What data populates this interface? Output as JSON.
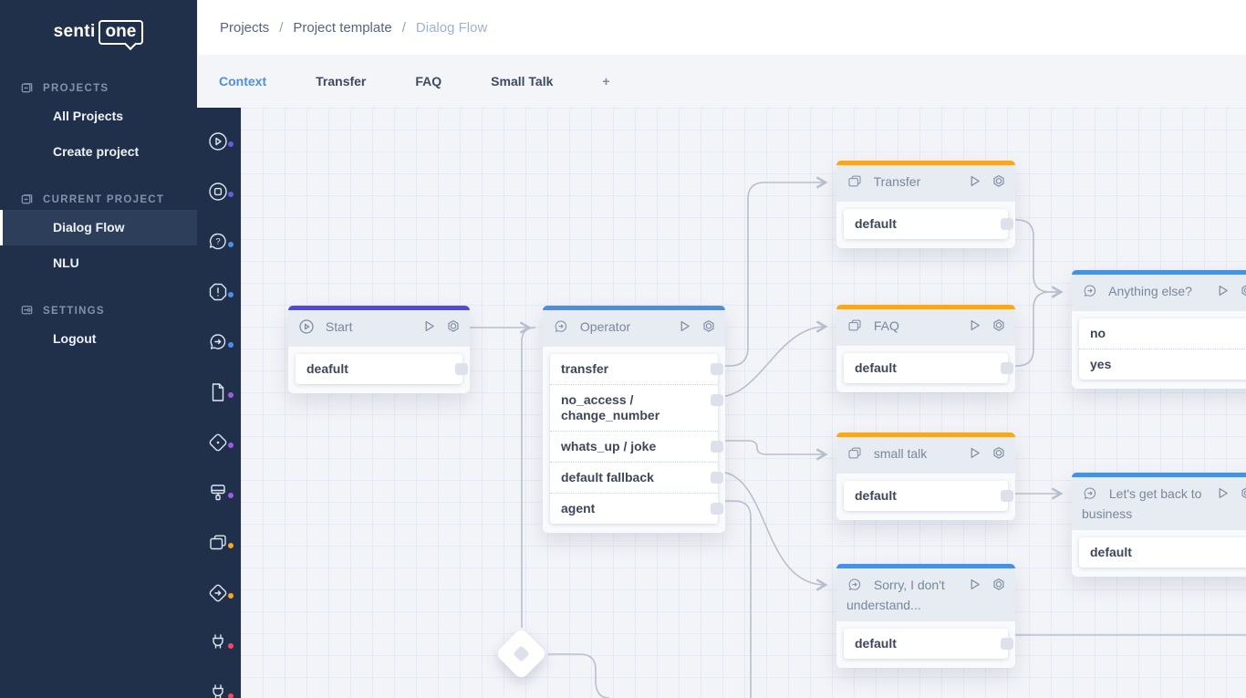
{
  "app": {
    "logo_prefix": "senti",
    "logo_boxed": "one"
  },
  "sidebar": {
    "sections": [
      {
        "header": "PROJECTS",
        "icon": "projects-icon",
        "items": [
          {
            "label": "All Projects",
            "active": false
          },
          {
            "label": "Create project",
            "active": false
          }
        ]
      },
      {
        "header": "CURRENT PROJECT",
        "icon": "current-project-icon",
        "items": [
          {
            "label": "Dialog Flow",
            "active": true
          },
          {
            "label": "NLU",
            "active": false
          }
        ]
      },
      {
        "header": "SETTINGS",
        "icon": "settings-icon",
        "items": [
          {
            "label": "Logout",
            "active": false
          }
        ]
      }
    ]
  },
  "breadcrumb": {
    "items": [
      "Projects",
      "Project template",
      "Dialog Flow"
    ],
    "separator": "/"
  },
  "tabs": {
    "items": [
      {
        "label": "Context",
        "active": true
      },
      {
        "label": "Transfer",
        "active": false
      },
      {
        "label": "FAQ",
        "active": false
      },
      {
        "label": "Small Talk",
        "active": false
      }
    ],
    "add_label": "+"
  },
  "node_palette": {
    "items": [
      {
        "icon": "play-circle-icon",
        "dot_color": "#6a5be2"
      },
      {
        "icon": "stop-circle-icon",
        "dot_color": "#6a5be2"
      },
      {
        "icon": "question-bubble-icon",
        "dot_color": "#4b8ff0"
      },
      {
        "icon": "alert-octagon-icon",
        "dot_color": "#4b8ff0"
      },
      {
        "icon": "chat-arrow-icon",
        "dot_color": "#4b8ff0"
      },
      {
        "icon": "document-icon",
        "dot_color": "#a259e6"
      },
      {
        "icon": "decision-diamond-icon",
        "dot_color": "#a259e6"
      },
      {
        "icon": "brush-icon",
        "dot_color": "#a259e6"
      },
      {
        "icon": "collection-icon",
        "dot_color": "#f6a723"
      },
      {
        "icon": "goto-diamond-icon",
        "dot_color": "#f6a723"
      },
      {
        "icon": "plug-icon",
        "dot_color": "#f4476f"
      },
      {
        "icon": "plug-icon",
        "dot_color": "#f4476f"
      }
    ]
  },
  "canvas": {
    "line_color": "#b9bfcc",
    "nodes": [
      {
        "title": "Start",
        "type_icon": "play-circle-icon",
        "accent": "#5447e0",
        "outputs": [
          "deafult"
        ]
      },
      {
        "title": "Operator",
        "type_icon": "chat-arrow-icon",
        "accent": "#4a90e2",
        "outputs": [
          "transfer",
          "no_access / change_number",
          "whats_up / joke",
          "default fallback",
          "agent"
        ]
      },
      {
        "title": "Transfer",
        "type_icon": "collection-icon",
        "accent": "#f6a723",
        "outputs": [
          "default"
        ]
      },
      {
        "title": "FAQ",
        "type_icon": "collection-icon",
        "accent": "#f6a723",
        "outputs": [
          "default"
        ]
      },
      {
        "title": "small talk",
        "type_icon": "collection-icon",
        "accent": "#f6a723",
        "outputs": [
          "default"
        ]
      },
      {
        "title": "Sorry, I don't understand...",
        "type_icon": "chat-arrow-icon",
        "accent": "#4a90e2",
        "outputs": [
          "default"
        ]
      },
      {
        "title": "Anything else?",
        "type_icon": "chat-arrow-icon",
        "accent": "#4a90e2",
        "outputs": [
          "no",
          "yes"
        ]
      },
      {
        "title": "Let's get back to business",
        "type_icon": "chat-arrow-icon",
        "accent": "#4a90e2",
        "outputs": [
          "default"
        ]
      }
    ],
    "edges": [
      {
        "from": "Start",
        "to": "Operator"
      },
      {
        "from": "decision-diamond",
        "to": "Operator"
      },
      {
        "from": "Operator:transfer",
        "to": "Transfer"
      },
      {
        "from": "Operator:no_access / change_number",
        "to": "FAQ"
      },
      {
        "from": "Operator:whats_up / joke",
        "to": "small talk"
      },
      {
        "from": "Operator:default fallback",
        "to": "Sorry, I don't understand..."
      },
      {
        "from": "Operator:agent",
        "to": "offscreen-bottom"
      },
      {
        "from": "Transfer:default",
        "to": "Anything else?"
      },
      {
        "from": "FAQ:default",
        "to": "Anything else?"
      },
      {
        "from": "small talk:default",
        "to": "Let's get back to business"
      },
      {
        "from": "Sorry, I don't understand...:default",
        "to": "offscreen-right"
      },
      {
        "from": "decision-diamond",
        "to": "offscreen-bottom"
      }
    ]
  }
}
